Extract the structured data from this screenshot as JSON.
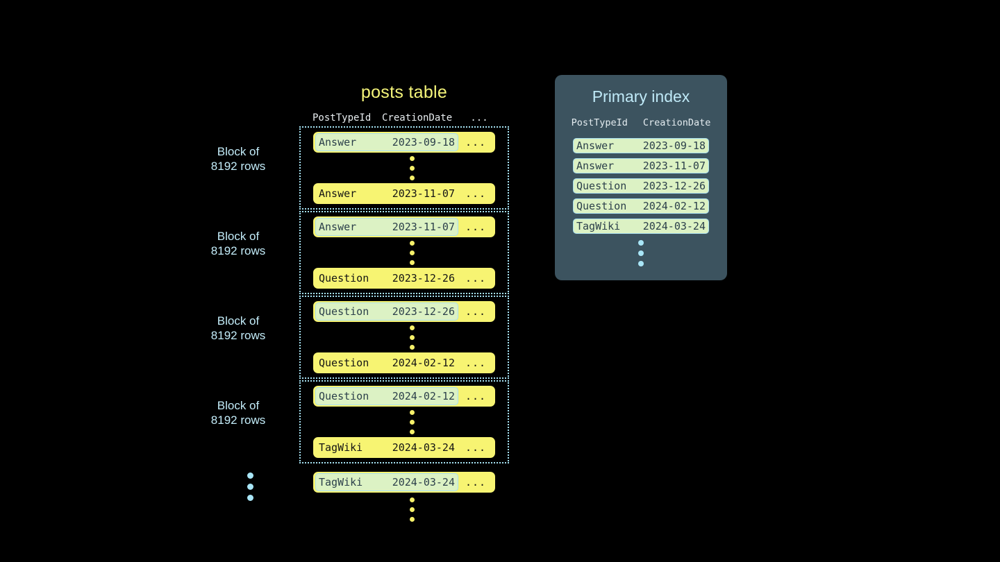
{
  "posts_table": {
    "title": "posts table",
    "columns": [
      "PostTypeId",
      "CreationDate",
      "..."
    ],
    "rest_cell": "...",
    "blocks": [
      {
        "label_line1": "Block of",
        "label_line2": "8192 rows",
        "first_row": {
          "type": "Answer",
          "date": "2023-09-18",
          "rest": "...",
          "highlighted": true
        },
        "last_row": {
          "type": "Answer",
          "date": "2023-11-07",
          "rest": "...",
          "highlighted": false
        }
      },
      {
        "label_line1": "Block of",
        "label_line2": "8192 rows",
        "first_row": {
          "type": "Answer",
          "date": "2023-11-07",
          "rest": "...",
          "highlighted": true
        },
        "last_row": {
          "type": "Question",
          "date": "2023-12-26",
          "rest": "...",
          "highlighted": false
        }
      },
      {
        "label_line1": "Block of",
        "label_line2": "8192 rows",
        "first_row": {
          "type": "Question",
          "date": "2023-12-26",
          "rest": "...",
          "highlighted": true
        },
        "last_row": {
          "type": "Question",
          "date": "2024-02-12",
          "rest": "...",
          "highlighted": false
        }
      },
      {
        "label_line1": "Block of",
        "label_line2": "8192 rows",
        "first_row": {
          "type": "Question",
          "date": "2024-02-12",
          "rest": "...",
          "highlighted": true
        },
        "last_row": {
          "type": "TagWiki",
          "date": "2024-03-24",
          "rest": "...",
          "highlighted": false
        }
      }
    ],
    "tail_row": {
      "type": "TagWiki",
      "date": "2024-03-24",
      "rest": "...",
      "highlighted": true
    }
  },
  "primary_index": {
    "title": "Primary index",
    "columns": [
      "PostTypeId",
      "CreationDate"
    ],
    "rows": [
      {
        "type": "Answer",
        "date": "2023-09-18"
      },
      {
        "type": "Answer",
        "date": "2023-11-07"
      },
      {
        "type": "Question",
        "date": "2023-12-26"
      },
      {
        "type": "Question",
        "date": "2024-02-12"
      },
      {
        "type": "TagWiki",
        "date": "2024-03-24"
      }
    ]
  },
  "colors": {
    "background": "#000000",
    "row_yellow": "#f7f472",
    "highlight_green": "#dcf2c4",
    "highlight_border": "#a8dff0",
    "accent_blue": "#a9e6f7",
    "title_yellow": "#f5f57a",
    "panel_slate": "#3c535f"
  }
}
